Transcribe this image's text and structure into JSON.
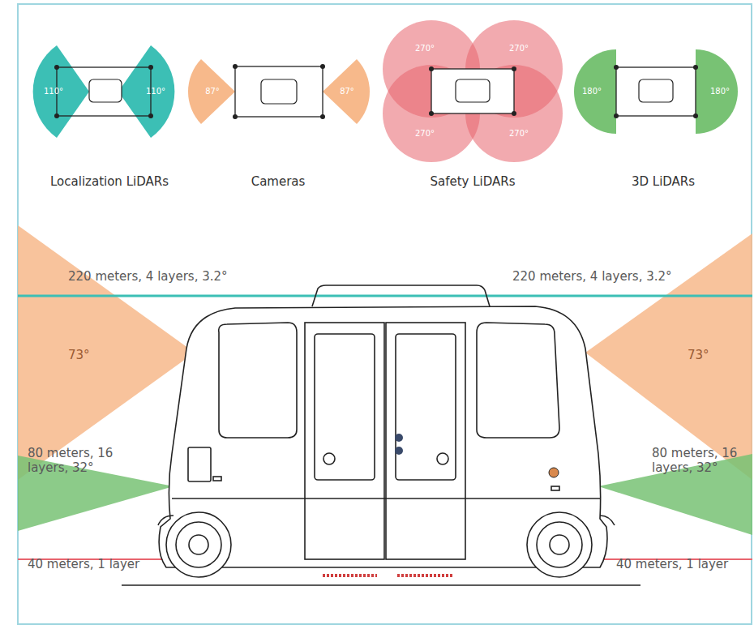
{
  "diagram": {
    "labels": [
      "110°",
      "110°",
      "87°",
      "87°",
      "270°",
      "270°",
      "270°",
      "270°",
      "180°",
      "180°",
      "Localization LiDARs",
      "Cameras",
      "Safety LiDARs",
      "3D LiDARs",
      "220 meters, 4 layers, 3.2°",
      "220 meters, 4 layers, 3.2°",
      "73°",
      "73°",
      "80 meters, 16 layers, 32°",
      "80 meters, 16 layers, 32°",
      "40 meters, 1 layer",
      "40 meters, 1 layer"
    ]
  }
}
